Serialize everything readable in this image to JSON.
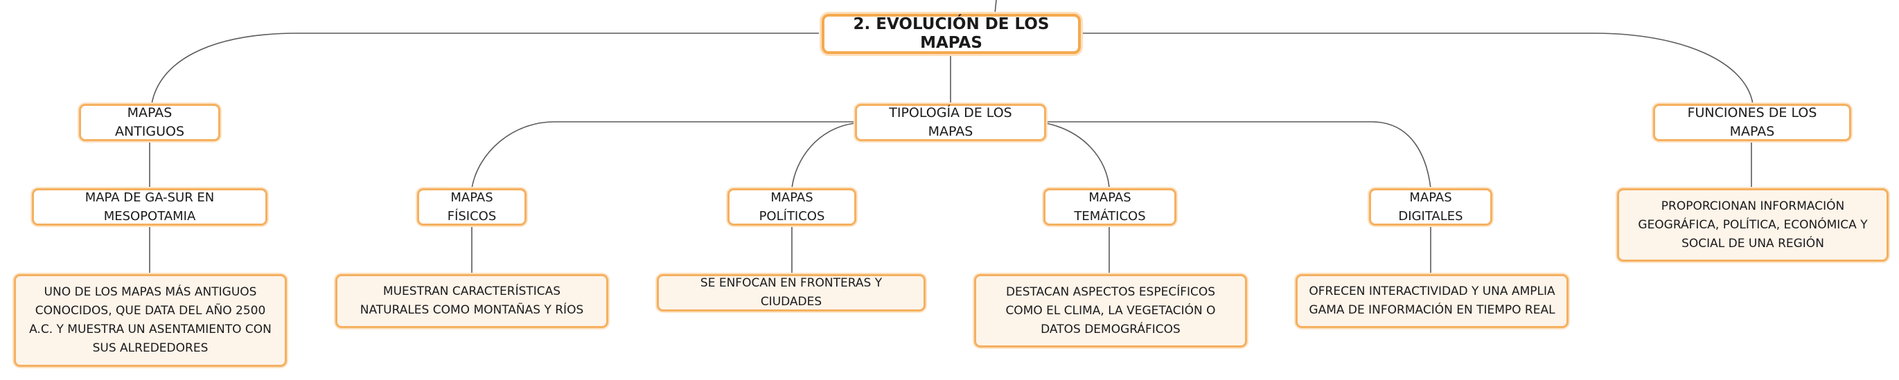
{
  "diagram": {
    "root": "2. EVOLUCIÓN DE LOS MAPAS",
    "branches": {
      "antiguos": {
        "label": "MAPAS ANTIGUOS",
        "child": "MAPA DE GA-SUR EN MESOPOTAMIA",
        "detail": "UNO DE LOS MAPAS MÁS ANTIGUOS CONOCIDOS, QUE DATA DEL AÑO 2500 A.C. Y MUESTRA UN ASENTAMIENTO CON SUS ALREDEDORES"
      },
      "tipologia": {
        "label": "TIPOLOGÍA DE LOS MAPAS",
        "fisicos": {
          "label": "MAPAS FÍSICOS",
          "detail": "MUESTRAN CARACTERÍSTICAS NATURALES COMO MONTAÑAS Y RÍOS"
        },
        "politicos": {
          "label": "MAPAS POLÍTICOS",
          "detail": "SE ENFOCAN EN FRONTERAS Y CIUDADES"
        },
        "tematicos": {
          "label": "MAPAS TEMÁTICOS",
          "detail": "DESTACAN ASPECTOS ESPECÍFICOS COMO EL CLIMA, LA VEGETACIÓN O DATOS DEMOGRÁFICOS"
        },
        "digitales": {
          "label": "MAPAS DIGITALES",
          "detail": "OFRECEN INTERACTIVIDAD Y UNA AMPLIA GAMA DE INFORMACIÓN EN TIEMPO REAL"
        }
      },
      "funciones": {
        "label": "FUNCIONES DE LOS MAPAS",
        "detail": "PROPORCIONAN INFORMACIÓN GEOGRÁFICA, POLÍTICA, ECONÓMICA Y SOCIAL DE UNA REGIÓN"
      }
    },
    "colors": {
      "node_border": "#f5b060",
      "node_fill": "#fdf4ea",
      "connector": "#5a5a5a",
      "text": "#1a1a1a"
    }
  }
}
